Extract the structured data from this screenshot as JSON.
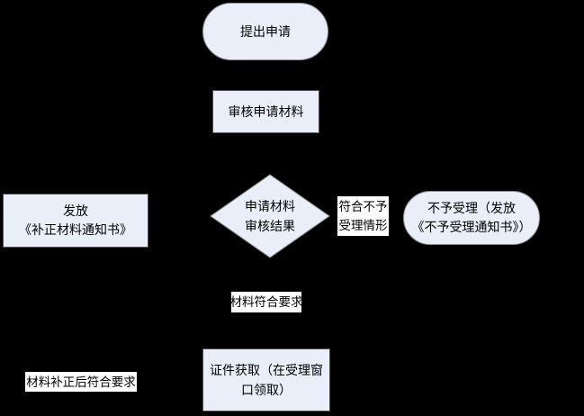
{
  "canvas": {
    "background_color": "#000000",
    "shape_fill_color": "#e9eef8",
    "shape_border_color": "#8f8f8f",
    "rect_border_color": "#4c4c4c",
    "label_background_color": "#ffffff",
    "text_color": "#000000"
  },
  "flowchart": {
    "start": {
      "text": "提出申请"
    },
    "review": {
      "text": "审核申请材料"
    },
    "decision": {
      "line1": "申请材料",
      "line2": "审核结果"
    },
    "supplement_notice": {
      "line1": "发放",
      "line2": "《补正材料通知书》"
    },
    "reject_condition_label": {
      "line1": "符合不予",
      "line2": "受理情形"
    },
    "reject": {
      "line1": "不予受理（发放",
      "line2": "《不予受理通知书》）"
    },
    "materials_ok_label": {
      "text": "材料符合要求"
    },
    "resubmit_ok_label": {
      "text": "材料补正后符合要求"
    },
    "certificate": {
      "line1": "证件获取（在受理窗",
      "line2": "口领取）"
    }
  }
}
